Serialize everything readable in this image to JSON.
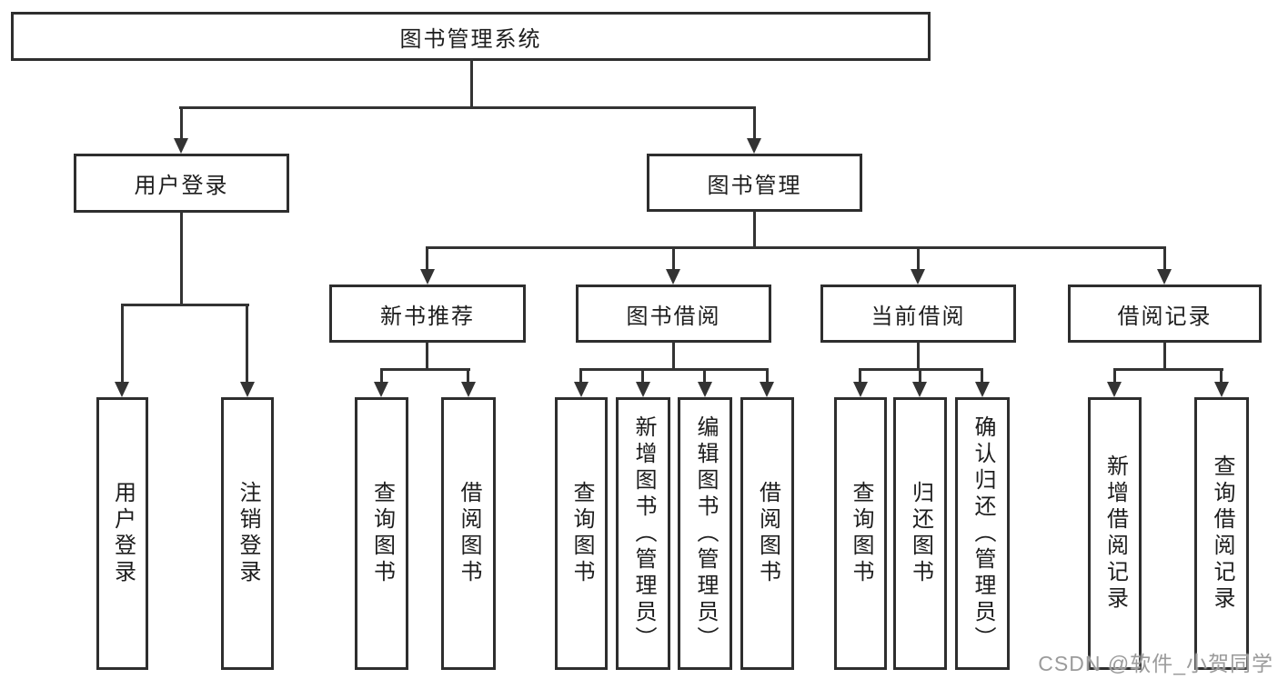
{
  "tree": {
    "label": "图书管理系统",
    "children": [
      {
        "label": "用户登录",
        "children": [
          {
            "label": "用户登录"
          },
          {
            "label": "注销登录"
          }
        ]
      },
      {
        "label": "图书管理",
        "children": [
          {
            "label": "新书推荐",
            "children": [
              {
                "label": "查询图书"
              },
              {
                "label": "借阅图书"
              }
            ]
          },
          {
            "label": "图书借阅",
            "children": [
              {
                "label": "查询图书"
              },
              {
                "label": "新增图书（管理员）"
              },
              {
                "label": "编辑图书（管理员）"
              },
              {
                "label": "借阅图书"
              }
            ]
          },
          {
            "label": "当前借阅",
            "children": [
              {
                "label": "查询图书"
              },
              {
                "label": "归还图书"
              },
              {
                "label": "确认归还（管理员）"
              }
            ]
          },
          {
            "label": "借阅记录",
            "children": [
              {
                "label": "新增借阅记录"
              },
              {
                "label": "查询借阅记录"
              }
            ]
          }
        ]
      }
    ]
  },
  "watermark": "CSDN @软件_小贺同学",
  "colors": {
    "line": "#333333",
    "border": "#2e2e2e",
    "text": "#1d1d1d",
    "watermark": "#9b9b9b",
    "background": "#ffffff"
  }
}
